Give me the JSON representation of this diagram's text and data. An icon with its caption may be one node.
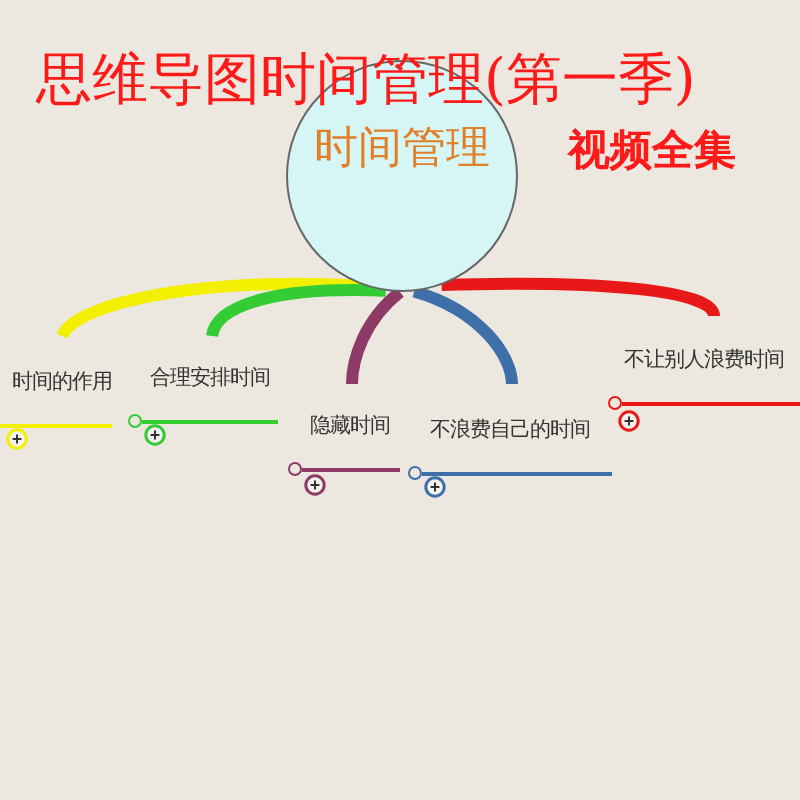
{
  "diagram": {
    "title": "思维导图时间管理(第一季)",
    "nodes": [
      {
        "text": [
          "时间管理"
        ]
      },
      {
        "text": [
          "时间的作用"
        ]
      },
      {
        "text": [
          "合理安排时间"
        ]
      },
      {
        "text": [
          "隐藏时间"
        ]
      },
      {
        "text": [
          "不浪费自己的时间"
        ]
      },
      {
        "text": [
          "不让别人浪费时间"
        ]
      }
    ],
    "edges": [
      {
        "from": 0,
        "to": 1,
        "arrow": "none",
        "color": "#f2f000"
      },
      {
        "from": 0,
        "to": 2,
        "arrow": "none",
        "color": "#33cc33"
      },
      {
        "from": 0,
        "to": 3,
        "arrow": "none",
        "color": "#8e3a66"
      },
      {
        "from": 0,
        "to": 4,
        "arrow": "none",
        "color": "#3f6fa8"
      },
      {
        "from": 0,
        "to": 5,
        "arrow": "none",
        "color": "#e81818"
      }
    ],
    "labels": [
      "视频全集"
    ]
  }
}
